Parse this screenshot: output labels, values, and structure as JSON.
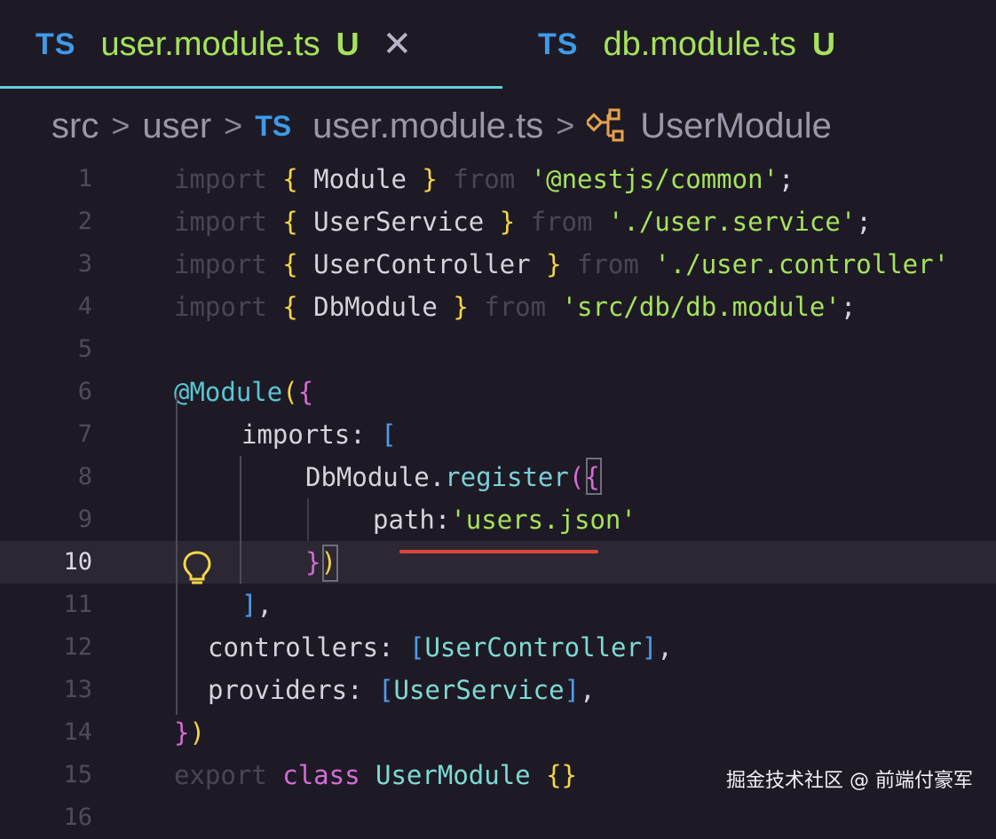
{
  "tabs": [
    {
      "icon": "TS",
      "filename": "user.module.ts",
      "status": "U",
      "close": "✕"
    },
    {
      "icon": "TS",
      "filename": "db.module.ts",
      "status": "U"
    }
  ],
  "breadcrumb": {
    "items": [
      "src",
      "user"
    ],
    "file_icon": "TS",
    "file": "user.module.ts",
    "symbol": "UserModule"
  },
  "code": {
    "lines": [
      {
        "n": "1",
        "kw1": "import",
        "b1": "{",
        "name": "Module",
        "b2": "}",
        "kw2": "from",
        "str": "'@nestjs/common'",
        "end": ";"
      },
      {
        "n": "2",
        "kw1": "import",
        "b1": "{",
        "name": "UserService",
        "b2": "}",
        "kw2": "from",
        "str": "'./user.service'",
        "end": ";"
      },
      {
        "n": "3",
        "kw1": "import",
        "b1": "{",
        "name": "UserController",
        "b2": "}",
        "kw2": "from",
        "str": "'./user.controller'",
        "end": ""
      },
      {
        "n": "4",
        "kw1": "import",
        "b1": "{",
        "name": "DbModule",
        "b2": "}",
        "kw2": "from",
        "str": "'src/db/db.module'",
        "end": ";"
      },
      {
        "n": "5"
      },
      {
        "n": "6",
        "dec": "@Module",
        "paren": "(",
        "brace": "{"
      },
      {
        "n": "7",
        "key": "imports",
        "colon": ":",
        "bracket": "["
      },
      {
        "n": "8",
        "obj": "DbModule",
        "dot": ".",
        "fn": "register",
        "paren": "(",
        "brace": "{"
      },
      {
        "n": "9",
        "key": "path",
        "colon": ":",
        "str": "'users.json'"
      },
      {
        "n": "10",
        "brace": "}",
        "paren": ")"
      },
      {
        "n": "11",
        "bracket": "]",
        "comma": ","
      },
      {
        "n": "12",
        "key": "controllers",
        "colon": ":",
        "open": "[",
        "val": "UserController",
        "close": "]",
        "comma": ","
      },
      {
        "n": "13",
        "key": "providers",
        "colon": ":",
        "open": "[",
        "val": "UserService",
        "close": "]",
        "comma": ","
      },
      {
        "n": "14",
        "brace": "}",
        "paren": ")"
      },
      {
        "n": "15",
        "kw": "export",
        "cls": "class",
        "name": "UserModule",
        "body": "{}"
      },
      {
        "n": "16"
      }
    ]
  },
  "watermark": "掘金技术社区 @ 前端付豪军",
  "colors": {
    "background": "#1e1a25",
    "accent": "#5fd1d8",
    "string": "#a6e25c",
    "brace": "#f5d547",
    "ts_icon": "#3d9be9",
    "error_underline": "#e0433a"
  },
  "icons": {
    "close": "close-icon",
    "symbol": "module-symbol-icon",
    "lightbulb": "lightbulb-icon"
  }
}
